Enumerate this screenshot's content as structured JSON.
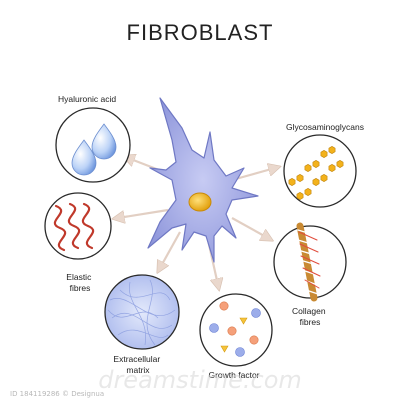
{
  "title": "FIBROBLAST",
  "labels": {
    "hyaluronic_acid": "Hyaluronic acid",
    "glycosaminoglycans": "Glycosaminoglycans",
    "elastic_fibres_line1": "Elastic",
    "elastic_fibres_line2": "fibres",
    "collagen_fibres_line1": "Collagen",
    "collagen_fibres_line2": "fibres",
    "extracellular_matrix_line1": "Extracellular",
    "extracellular_matrix_line2": "matrix",
    "growth_factor": "Growth factor"
  },
  "watermark": {
    "brand": "dreamstime.com",
    "id_text": "ID 184119286 © Designua"
  },
  "colors": {
    "cell_body": "#aab0e8",
    "cell_outline": "#6f78c4",
    "nucleus": "#f2b820",
    "arrow": "#e6d3c8",
    "circle_outline": "#2a2a2a",
    "droplet": "#9fbff0",
    "elastic_fibre": "#c0392b",
    "gag_unit": "#f3b21c",
    "collagen_rope": "#d9a24a",
    "matrix_fill": "#c9d3f5",
    "growth_orange": "#f08a5d",
    "growth_blue": "#7f95e0",
    "growth_yellow": "#f5c33b"
  }
}
